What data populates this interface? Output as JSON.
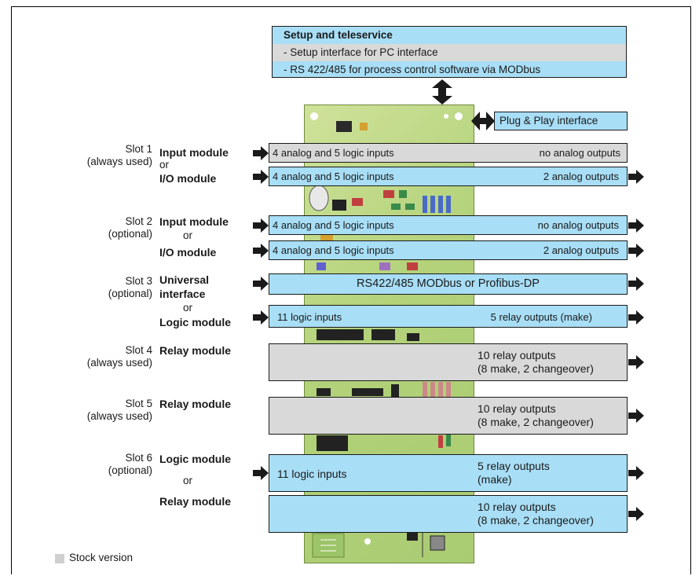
{
  "setup": {
    "title": "Setup and teleservice",
    "line1": "- Setup interface for PC interface",
    "line2": "- RS 422/485 for process control software via MODbus"
  },
  "plug_play": "Plug & Play interface",
  "slots": {
    "s1": {
      "label": "Slot 1",
      "note": "(always used)",
      "mod_a": "Input module",
      "or": "or",
      "mod_b": "I/O module",
      "bar_a_left": "4 analog and 5 logic inputs",
      "bar_a_right": "no analog outputs",
      "bar_b_left": "4 analog and 5 logic inputs",
      "bar_b_right": "2 analog outputs"
    },
    "s2": {
      "label": "Slot 2",
      "note": "(optional)",
      "mod_a": "Input module",
      "or": "or",
      "mod_b": "I/O module",
      "bar_a_left": "4 analog and 5 logic inputs",
      "bar_a_right": "no analog outputs",
      "bar_b_left": "4 analog and 5 logic inputs",
      "bar_b_right": "2 analog outputs"
    },
    "s3": {
      "label": "Slot 3",
      "note": "(optional)",
      "mod_a": "Universal",
      "mod_a2": "interface",
      "or": "or",
      "mod_b": "Logic module",
      "bar_a_center": "RS422/485 MODbus  or Profibus-DP",
      "bar_b_left": "11 logic inputs",
      "bar_b_right": "5 relay outputs (make)"
    },
    "s4": {
      "label": "Slot 4",
      "note": "(always used)",
      "mod_a": "Relay module",
      "bar_line1": "10 relay outputs",
      "bar_line2": "(8 make, 2 changeover)"
    },
    "s5": {
      "label": "Slot 5",
      "note": "(always used)",
      "mod_a": "Relay module",
      "bar_line1": "10 relay outputs",
      "bar_line2": "(8 make, 2 changeover)"
    },
    "s6": {
      "label": "Slot 6",
      "note": "(optional)",
      "mod_a": "Logic module",
      "or": "or",
      "mod_b": "Relay module",
      "bar_a_left": "11 logic inputs",
      "bar_a_line1": "5 relay outputs",
      "bar_a_line2": "(make)",
      "bar_b_line1": "10 relay outputs",
      "bar_b_line2": "(8 make, 2 changeover)"
    }
  },
  "legend": "Stock version",
  "colors": {
    "module_blue": "#a8def6",
    "stock_grey": "#d9d9d9",
    "board_green": "#b3d27a"
  }
}
